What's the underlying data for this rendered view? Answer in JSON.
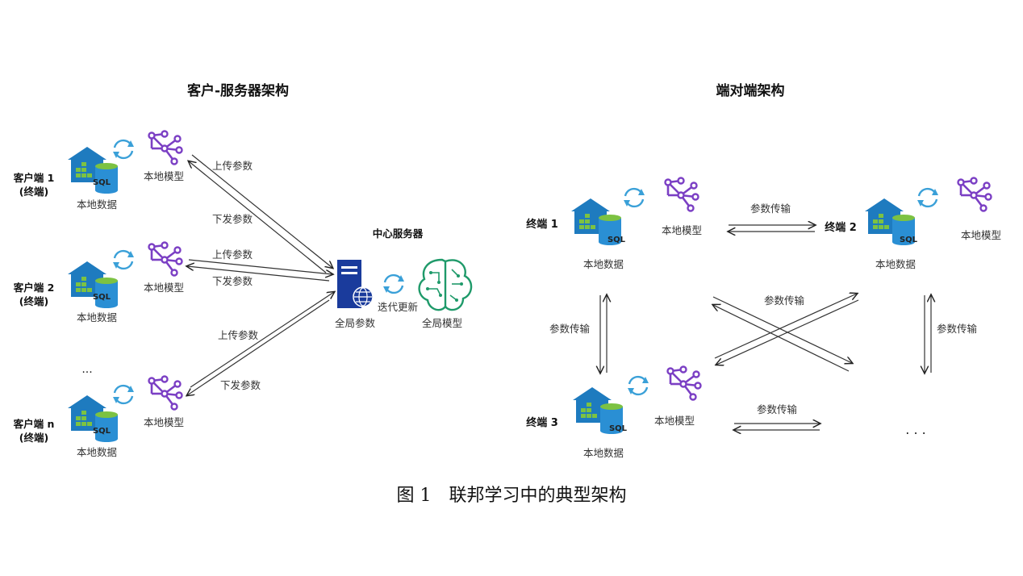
{
  "left": {
    "title": "客户-服务器架构",
    "clients": [
      {
        "name": "客户端 1",
        "sub": "(终端)"
      },
      {
        "name": "客户端 2",
        "sub": "(终端)"
      },
      {
        "name": "客户端 n",
        "sub": "(终端)"
      }
    ],
    "ellipsis": "...",
    "local_data": "本地数据",
    "local_model": "本地模型",
    "upload": "上传参数",
    "download": "下发参数",
    "server_title": "中心服务器",
    "global_params": "全局参数",
    "iterate": "迭代更新",
    "global_model": "全局模型",
    "sql": "SQL"
  },
  "right": {
    "title": "端对端架构",
    "terminals": [
      "终端 1",
      "终端 2",
      "终端 3"
    ],
    "local_data": "本地数据",
    "local_model": "本地模型",
    "transfer": "参数传输",
    "ellipsis": ". . .",
    "sql": "SQL"
  },
  "caption": "图 1　联邦学习中的典型架构",
  "colors": {
    "house": "#1e7bbf",
    "db": "#2a8fd4",
    "green": "#7cc242",
    "model": "#7b3fc4",
    "sync": "#3aa0d8",
    "server": "#1a3b9c",
    "brain": "#1f9a6a"
  }
}
